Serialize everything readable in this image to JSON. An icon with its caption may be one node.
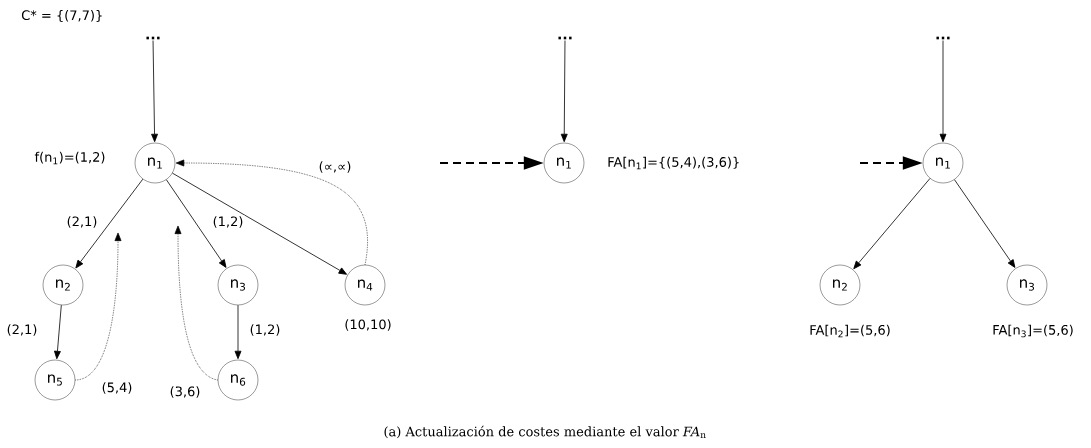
{
  "diagram": {
    "caption": "(a) Actualización de costes mediante el valor *FA*$_{n}$",
    "nodes": [
      {
        "text": [
          "..."
        ]
      },
      {
        "text": [
          "n$_{1}$"
        ],
        "beside": [
          "f(n$_{1}$)=(1,2)"
        ]
      },
      {
        "text": [
          "n$_{2}$"
        ]
      },
      {
        "text": [
          "n$_{3}$"
        ]
      },
      {
        "text": [
          "n$_{4}$"
        ],
        "beside": [
          "(10,10)"
        ]
      },
      {
        "text": [
          "n$_{5}$"
        ]
      },
      {
        "text": [
          "n$_{6}$"
        ]
      },
      {
        "text": [
          "..."
        ]
      },
      {
        "text": [
          "n$_{1}$"
        ],
        "beside": [
          "FA[n$_{1}$]={(5,4),(3,6)}"
        ]
      },
      {
        "text": [
          "..."
        ]
      },
      {
        "text": [
          "n$_{1}$"
        ]
      },
      {
        "text": [
          "n$_{2}$"
        ],
        "beside": [
          "FA[n$_{2}$]=(5,6)"
        ]
      },
      {
        "text": [
          "n$_{3}$"
        ],
        "beside": [
          "FA[n$_{3}$]=(5,6)"
        ]
      }
    ],
    "edges": [
      {
        "from": 0,
        "to": 1,
        "arrow": "to"
      },
      {
        "from": 1,
        "to": 2,
        "arrow": "to",
        "label": "(2,1)"
      },
      {
        "from": 1,
        "to": 3,
        "arrow": "to",
        "label": "(1,2)"
      },
      {
        "from": 1,
        "to": 4,
        "arrow": "to"
      },
      {
        "from": 2,
        "to": 5,
        "arrow": "to",
        "label": "(2,1)"
      },
      {
        "from": 3,
        "to": 6,
        "arrow": "to",
        "label": "(1,2)"
      },
      {
        "from": 5,
        "to": null,
        "arrow": "to",
        "style": "dashed",
        "label": "(5,4)"
      },
      {
        "from": 6,
        "to": null,
        "arrow": "to",
        "style": "dashed",
        "label": "(3,6)"
      },
      {
        "from": 4,
        "to": 1,
        "arrow": "to",
        "style": "dashed",
        "label": "(∝,∝)"
      },
      {
        "from": null,
        "to": 8,
        "arrow": "to",
        "style": "dashed"
      },
      {
        "from": 7,
        "to": 8,
        "arrow": "to"
      },
      {
        "from": null,
        "to": 10,
        "arrow": "to",
        "style": "dashed"
      },
      {
        "from": 9,
        "to": 10,
        "arrow": "to"
      },
      {
        "from": 10,
        "to": 11,
        "arrow": "to"
      },
      {
        "from": 10,
        "to": 12,
        "arrow": "to"
      }
    ],
    "labels": [
      "C* = {(7,7)}"
    ]
  }
}
